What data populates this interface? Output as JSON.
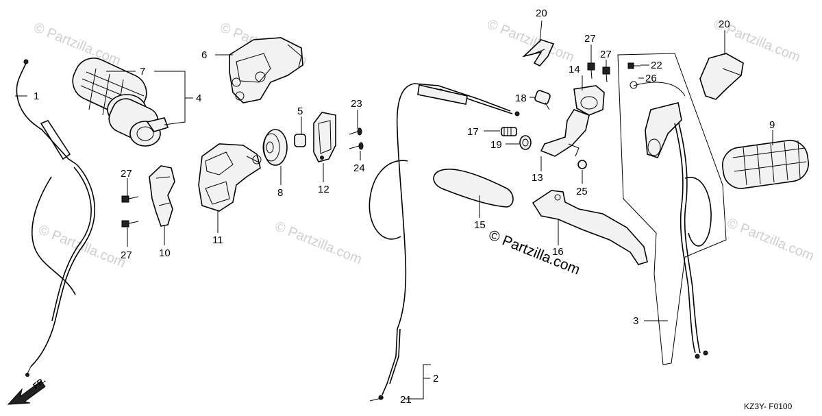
{
  "diagram": {
    "code": "KZ3Y- F0100",
    "direction_label": "FR.",
    "watermark_text": "© Partzilla.com",
    "main_watermark": "© Partzilla.com",
    "callouts": [
      {
        "id": "c1",
        "num": "1"
      },
      {
        "id": "c2",
        "num": "2"
      },
      {
        "id": "c3",
        "num": "3"
      },
      {
        "id": "c4",
        "num": "4"
      },
      {
        "id": "c5",
        "num": "5"
      },
      {
        "id": "c6",
        "num": "6"
      },
      {
        "id": "c7",
        "num": "7"
      },
      {
        "id": "c8",
        "num": "8"
      },
      {
        "id": "c9",
        "num": "9"
      },
      {
        "id": "c10",
        "num": "10"
      },
      {
        "id": "c11",
        "num": "11"
      },
      {
        "id": "c12",
        "num": "12"
      },
      {
        "id": "c13",
        "num": "13"
      },
      {
        "id": "c14",
        "num": "14"
      },
      {
        "id": "c15",
        "num": "15"
      },
      {
        "id": "c16",
        "num": "16"
      },
      {
        "id": "c17",
        "num": "17"
      },
      {
        "id": "c18",
        "num": "18"
      },
      {
        "id": "c19",
        "num": "19"
      },
      {
        "id": "c20a",
        "num": "20"
      },
      {
        "id": "c20b",
        "num": "20"
      },
      {
        "id": "c21",
        "num": "21"
      },
      {
        "id": "c22",
        "num": "22"
      },
      {
        "id": "c23",
        "num": "23"
      },
      {
        "id": "c24",
        "num": "24"
      },
      {
        "id": "c25",
        "num": "25"
      },
      {
        "id": "c26",
        "num": "26"
      },
      {
        "id": "c27a",
        "num": "27"
      },
      {
        "id": "c27b",
        "num": "27"
      },
      {
        "id": "c27c",
        "num": "27"
      },
      {
        "id": "c27d",
        "num": "27"
      }
    ]
  }
}
